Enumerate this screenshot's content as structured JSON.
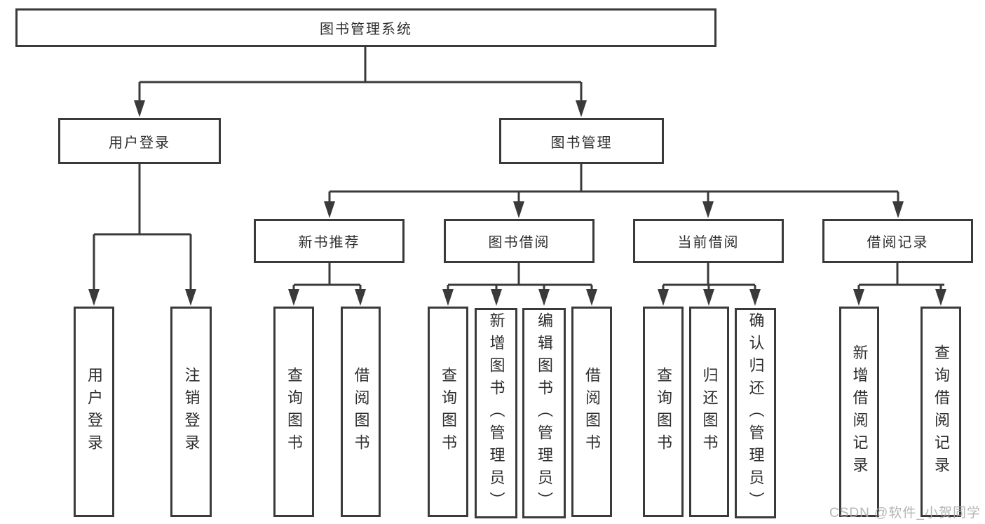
{
  "colors": {
    "line": "#3a3a3a",
    "border": "#3a3a3a",
    "text": "#2e2e2e",
    "background": "#ffffff",
    "watermark": "#aeaeae"
  },
  "tree": {
    "root": {
      "label": "图书管理系统"
    },
    "level2": [
      {
        "label": "用户登录"
      },
      {
        "label": "图书管理"
      }
    ],
    "level3": [
      {
        "label": "新书推荐"
      },
      {
        "label": "图书借阅"
      },
      {
        "label": "当前借阅"
      },
      {
        "label": "借阅记录"
      }
    ],
    "leaves": {
      "user_login": [
        {
          "label": "用户登录"
        },
        {
          "label": "注销登录"
        }
      ],
      "new_book_recommend": [
        {
          "label": "查询图书"
        },
        {
          "label": "借阅图书"
        }
      ],
      "book_borrow": [
        {
          "label": "查询图书"
        },
        {
          "label": "新增图书（管理员）"
        },
        {
          "label": "编辑图书（管理员）"
        },
        {
          "label": "借阅图书"
        }
      ],
      "current_borrow": [
        {
          "label": "查询图书"
        },
        {
          "label": "归还图书"
        },
        {
          "label": "确认归还（管理员）"
        }
      ],
      "borrow_record": [
        {
          "label": "新增借阅记录"
        },
        {
          "label": "查询借阅记录"
        }
      ]
    }
  },
  "watermark": {
    "text": "CSDN @软件_小贺同学"
  }
}
